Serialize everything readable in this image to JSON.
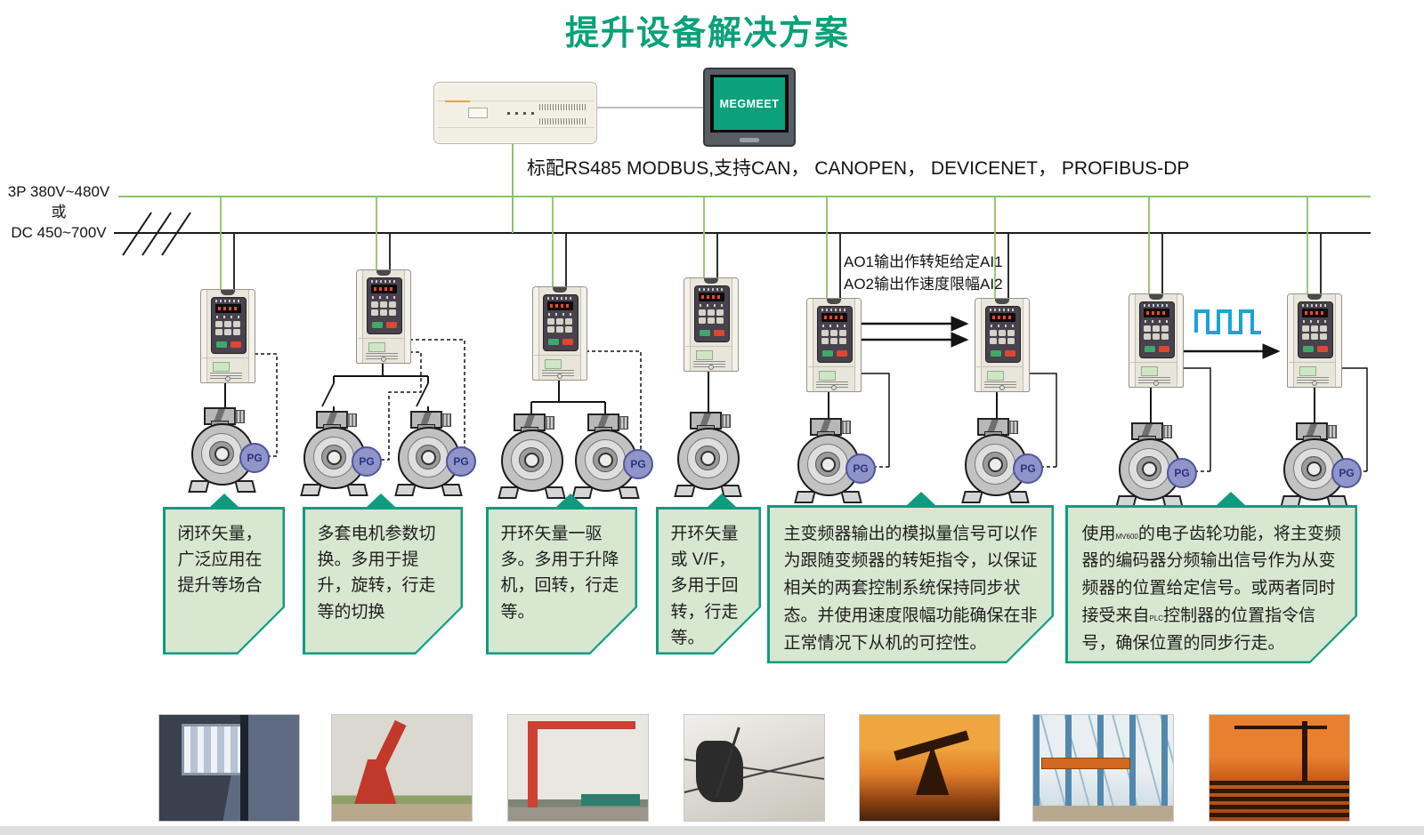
{
  "title": "提升设备解决方案",
  "hmi": {
    "brand": "MEGMEET"
  },
  "bus": {
    "protocol_note": "标配RS485 MODBUS,支持CAN， CANOPEN， DEVICENET， PROFIBUS-DP",
    "power_label_line1": "3P 380V~480V",
    "power_label_line2": "或",
    "power_label_line3": "DC 450~700V"
  },
  "annotations": {
    "ao1": "AO1输出作转矩给定AI1",
    "ao2": "AO2输出作速度限幅AI2"
  },
  "pg_label": "PG",
  "callouts": [
    {
      "text": "闭环矢量，广泛应用在提升等场合"
    },
    {
      "text": "多套电机参数切换。多用于提升，旋转，行走等的切换"
    },
    {
      "text": "开环矢量一驱多。多用于升降机，回转，行走等。"
    },
    {
      "text": "开环矢量或 V/F，多用于回转，行走等。"
    },
    {
      "text": "主变频器输出的模拟量信号可以作为跟随变频器的转矩指令，以保证相关的两套控制系统保持同步状态。并使用速度限幅功能确保在非正常情况下从机的可控性。"
    },
    {
      "part1": "使用",
      "small1": "MV600",
      "part2": "的电子齿轮功能，将主变频器的编码器分频输出信号作为从变频器的位置给定信号。或两者同时接受来自",
      "small2": "PLC",
      "part3": "控制器的位置指令信号，确保位置的同步行走。"
    }
  ],
  "colors": {
    "accent_green": "#0aa179",
    "callout_fill": "#d7e7d0",
    "callout_border": "#0f9b80",
    "comm_bus_green": "#8cc26a",
    "pulse_blue": "#19a3d6",
    "pg_fill": "#9095c9"
  },
  "photos": [
    "elevator-building",
    "port-crane",
    "container-crane",
    "power-line-work",
    "oil-pumpjack",
    "factory-overhead-crane",
    "tower-crane"
  ]
}
